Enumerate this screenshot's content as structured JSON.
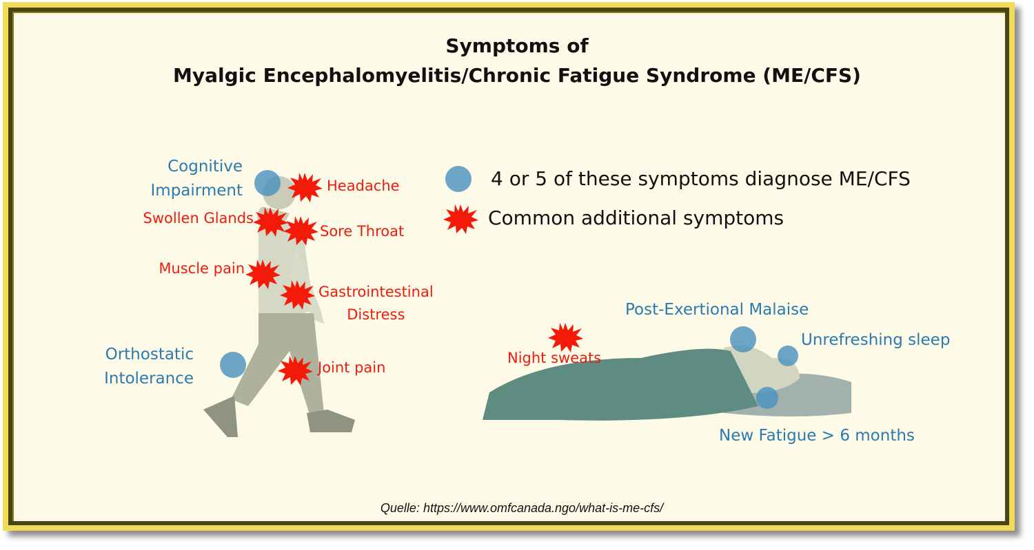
{
  "title": {
    "line1": "Symptoms of",
    "line2": "Myalgic Encephalomyelitis/Chronic Fatigue Syndrome (ME/CFS)"
  },
  "legend": {
    "diagnostic": "4 or 5 of these symptoms diagnose ME/CFS",
    "additional": "Common additional symptoms",
    "diagnostic_icon": "blue-circle-icon",
    "additional_icon": "red-star-icon"
  },
  "diagnostic_symptoms": {
    "cognitive_1": "Cognitive",
    "cognitive_2": "Impairment",
    "orthostatic_1": "Orthostatic",
    "orthostatic_2": "Intolerance",
    "pem": "Post-Exertional Malaise",
    "sleep": "Unrefreshing sleep",
    "fatigue": "New Fatigue > 6 months"
  },
  "additional_symptoms": {
    "headache": "Headache",
    "glands": "Swollen Glands",
    "throat": "Sore Throat",
    "muscle": "Muscle pain",
    "gi_1": "Gastrointestinal",
    "gi_2": "Distress",
    "joint": "Joint pain",
    "night": "Night sweats"
  },
  "source": "Quelle: https://www.omfcanada.ngo/what-is-me-cfs/",
  "colors": {
    "diagnostic": "#2a7ab0",
    "additional": "#ee1c0e",
    "background": "#fdfae8",
    "frame": "#f0dc5a"
  }
}
